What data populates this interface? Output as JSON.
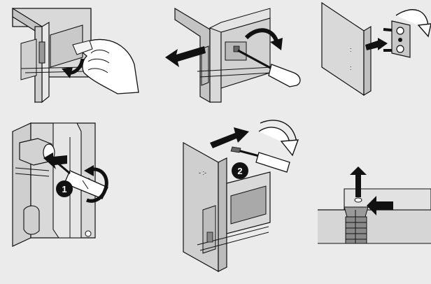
{
  "colors": {
    "background": "#ebebeb",
    "panel_fill": "#d9d9d9",
    "panel_dark": "#b4b4b4",
    "cutout_fill": "#c8c8c8",
    "ink": "#111111",
    "arrow": "#111111",
    "badge_fill": "#111111",
    "badge_text": "#ffffff"
  },
  "panels": [
    {
      "name": "step-remove-cover",
      "icons": [
        "hand-icon",
        "curved-arrow-icon"
      ]
    },
    {
      "name": "step-pull-out-drawer",
      "icons": [
        "screwdriver-icon",
        "rotate-arrow-icon",
        "left-arrow-icon"
      ]
    },
    {
      "name": "step-attach-fitting",
      "icons": [
        "connector-fitting-icon",
        "right-arrow-icon",
        "rotate-arrow-icon"
      ]
    },
    {
      "name": "step-adjust-front",
      "icons": [
        "screwdriver-icon",
        "rotate-arrow-icon",
        "right-arrow-icon"
      ],
      "badge": "1"
    },
    {
      "name": "step-tighten-screw",
      "icons": [
        "screwdriver-icon",
        "rotate-arrow-icon",
        "right-arrow-icon"
      ],
      "badge": "2"
    },
    {
      "name": "step-cam-lock-detail",
      "icons": [
        "up-arrow-icon",
        "left-arrow-icon",
        "cam-fitting-icon"
      ]
    }
  ]
}
